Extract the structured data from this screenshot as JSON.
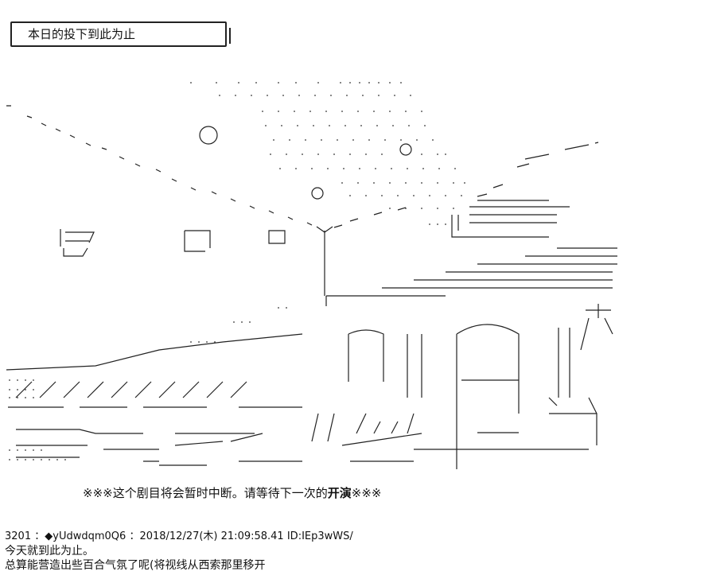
{
  "title_box": {
    "text": "本日的投下到此为止"
  },
  "notice": {
    "marks_left": "※※※",
    "text": "这个剧目将会暂时中断。请等待下一次的",
    "bold": "开演",
    "marks_right": "※※※"
  },
  "post": {
    "number": "3201",
    "separator": "：",
    "author": "◆yUdwdqm0Q6",
    "datetime": "：2018/12/27(木) 21:09:58.41",
    "id": "ID:IEp3wWS/",
    "lines": [
      "今天就到此为止。",
      "总算能营造出些百合气氛了呢(将视线从西索那里移开"
    ]
  }
}
